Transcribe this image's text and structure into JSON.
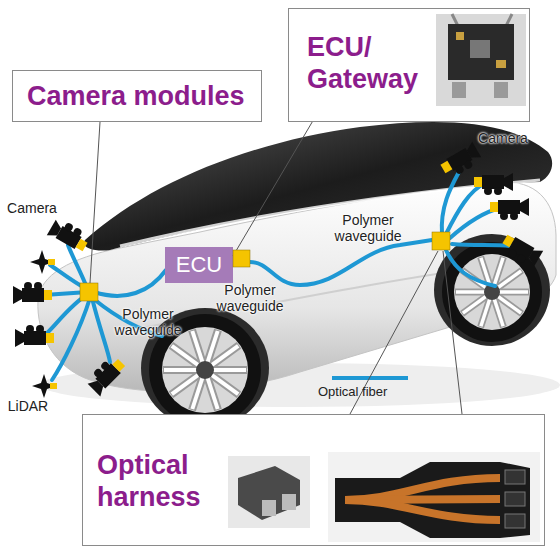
{
  "diagram": {
    "nodes": [
      {
        "text": [
          "Camera modules"
        ]
      },
      {
        "text": [
          "ECU/ Gateway"
        ]
      },
      {
        "text": [
          "ECU"
        ]
      },
      {
        "text": [
          "Optical harness"
        ]
      }
    ],
    "edges": [
      {
        "from": 1,
        "to": 2,
        "arrow": "none"
      }
    ],
    "labels": [
      "Camera",
      "Camera",
      "Polymer waveguide",
      "Polymer waveguide",
      "Polymer waveguide",
      "LiDAR"
    ],
    "legend": [
      {
        "text": "Optical fiber"
      }
    ]
  }
}
